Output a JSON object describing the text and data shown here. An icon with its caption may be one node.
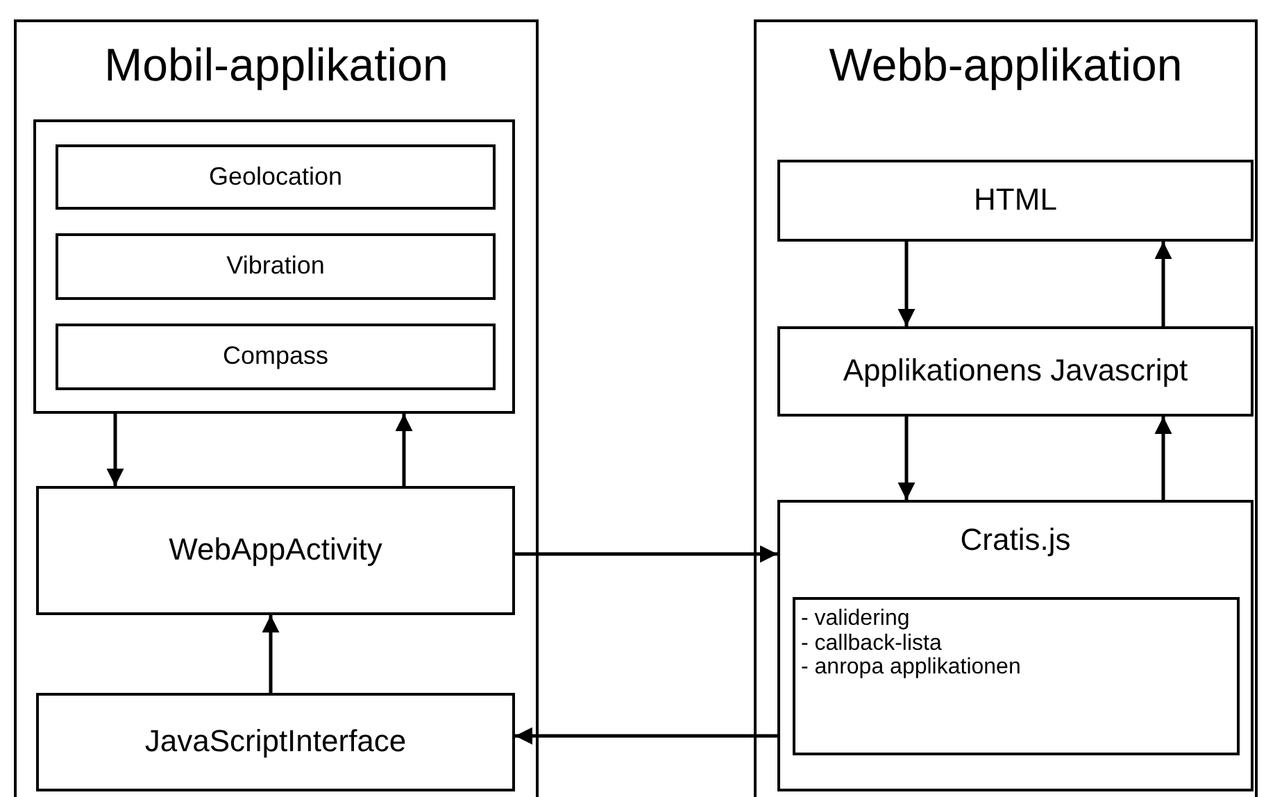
{
  "diagram": {
    "nodes": [
      {
        "text": [
          "Mobil-applikation"
        ]
      },
      {
        "text": [],
        "shape": "box",
        "in": 0
      },
      {
        "text": [
          "Geolocation"
        ],
        "in": 1
      },
      {
        "text": [
          "Vibration"
        ],
        "in": 1
      },
      {
        "text": [
          "Compass"
        ],
        "in": 1
      },
      {
        "text": [
          "WebAppActivity"
        ],
        "in": 0
      },
      {
        "text": [
          "JavaScriptInterface"
        ],
        "in": 0
      },
      {
        "text": [
          "Webb-applikation"
        ]
      },
      {
        "text": [
          "HTML"
        ],
        "in": 7
      },
      {
        "text": [
          "Applikationens Javascript"
        ],
        "in": 7
      },
      {
        "text": [
          "Cratis.js"
        ],
        "in": 7
      },
      {
        "text": [
          "- validering",
          "- callback-lista",
          "- anropa applikationen"
        ],
        "in": 10
      }
    ],
    "edges": [
      {
        "from": 1,
        "to": 5,
        "arrow": "to"
      },
      {
        "from": 5,
        "to": 1,
        "arrow": "to"
      },
      {
        "from": 5,
        "to": 10,
        "arrow": "to"
      },
      {
        "from": 10,
        "to": 6,
        "arrow": "to"
      },
      {
        "from": 6,
        "to": 5,
        "arrow": "to"
      },
      {
        "from": 8,
        "to": 9,
        "arrow": "to"
      },
      {
        "from": 9,
        "to": 8,
        "arrow": "to"
      },
      {
        "from": 9,
        "to": 10,
        "arrow": "to"
      },
      {
        "from": 10,
        "to": 9,
        "arrow": "to"
      }
    ]
  }
}
